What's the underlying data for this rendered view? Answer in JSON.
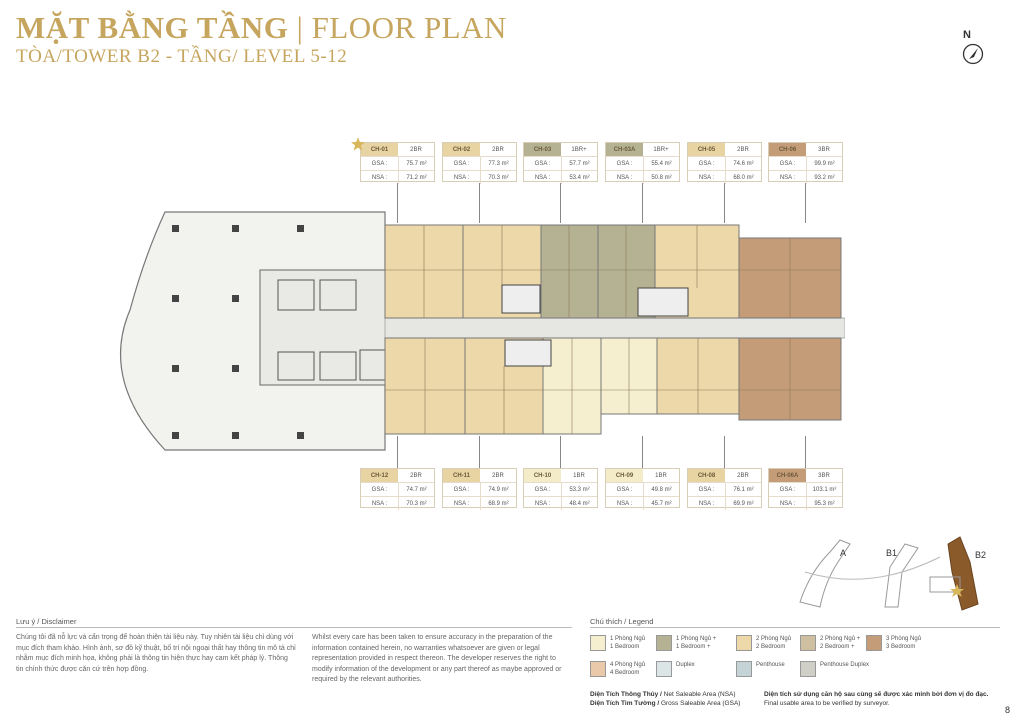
{
  "header": {
    "title_vi": "MẶT BẰNG TẦNG",
    "separator": "|",
    "title_en": "FLOOR PLAN",
    "subtitle": "TÒA/TOWER B2 - TẦNG/ LEVEL 5-12",
    "north": "N"
  },
  "units_top": [
    {
      "code": "CH-01",
      "type": "2BR",
      "gsa_label": "GSA :",
      "gsa": "75.7 m²",
      "nsa_label": "NSA :",
      "nsa": "71.2 m²",
      "color": "#e8d3a3"
    },
    {
      "code": "CH-02",
      "type": "2BR",
      "gsa_label": "GSA :",
      "gsa": "77.3 m²",
      "nsa_label": "NSA :",
      "nsa": "70.3 m²",
      "color": "#e8d3a3"
    },
    {
      "code": "CH-03",
      "type": "1BR+",
      "gsa_label": "GSA :",
      "gsa": "57.7 m²",
      "nsa_label": "NSA :",
      "nsa": "53.4 m²",
      "color": "#b5b294"
    },
    {
      "code": "CH-03A",
      "type": "1BR+",
      "gsa_label": "GSA :",
      "gsa": "55.4 m²",
      "nsa_label": "NSA :",
      "nsa": "50.8 m²",
      "color": "#b5b294"
    },
    {
      "code": "CH-05",
      "type": "2BR",
      "gsa_label": "GSA :",
      "gsa": "74.6 m²",
      "nsa_label": "NSA :",
      "nsa": "68.0 m²",
      "color": "#e8d3a3"
    },
    {
      "code": "CH-06",
      "type": "3BR",
      "gsa_label": "GSA :",
      "gsa": "99.9 m²",
      "nsa_label": "NSA :",
      "nsa": "93.2 m²",
      "color": "#c59c78"
    }
  ],
  "units_bottom": [
    {
      "code": "CH-12",
      "type": "2BR",
      "gsa_label": "GSA :",
      "gsa": "74.7 m²",
      "nsa_label": "NSA :",
      "nsa": "70.3 m²",
      "color": "#e8d3a3"
    },
    {
      "code": "CH-11",
      "type": "2BR",
      "gsa_label": "GSA :",
      "gsa": "74.9 m²",
      "nsa_label": "NSA :",
      "nsa": "68.9 m²",
      "color": "#e8d3a3"
    },
    {
      "code": "CH-10",
      "type": "1BR",
      "gsa_label": "GSA :",
      "gsa": "53.3 m²",
      "nsa_label": "NSA :",
      "nsa": "48.4 m²",
      "color": "#f4ecc8"
    },
    {
      "code": "CH-09",
      "type": "1BR",
      "gsa_label": "GSA :",
      "gsa": "49.8 m²",
      "nsa_label": "NSA :",
      "nsa": "45.7 m²",
      "color": "#f4ecc8"
    },
    {
      "code": "CH-08",
      "type": "2BR",
      "gsa_label": "GSA :",
      "gsa": "76.1 m²",
      "nsa_label": "NSA :",
      "nsa": "69.9 m²",
      "color": "#e8d3a3"
    },
    {
      "code": "CH-06A",
      "type": "3BR",
      "gsa_label": "GSA :",
      "gsa": "103.1 m²",
      "nsa_label": "NSA :",
      "nsa": "95.3 m²",
      "color": "#c59c78"
    }
  ],
  "keyplan": {
    "label_a": "A",
    "label_b1": "B1",
    "label_b2": "B2"
  },
  "disclaimer": {
    "heading": "Lưu ý / Disclaimer",
    "text_vi": "Chúng tôi đã nỗ lực và cẩn trọng để hoàn thiện tài liệu này. Tuy nhiên tài liệu chỉ dùng với mục đích tham khảo. Hình ảnh, sơ đồ kỹ thuật, bố trí nội ngoại thất hay thông tin mô tả chỉ nhằm mục đích minh họa, không phải là thông tin hiện thực hay cam kết pháp lý. Thông tin chính thức được căn cứ trên hợp đồng.",
    "text_en": "Whilst every care has been taken to ensure accuracy in the preparation of the information contained herein, no warranties whatsoever are given or legal representation provided in respect thereon. The developer reserves the right to modify information of the development or any part thereof as maybe approved or required by the relevant authorities."
  },
  "legend": {
    "heading": "Chú thích / Legend",
    "items": [
      {
        "vi": "1 Phòng Ngủ",
        "en": "1 Bedroom",
        "color": "#f6efcf"
      },
      {
        "vi": "1 Phòng Ngủ +",
        "en": "1 Bedroom +",
        "color": "#b5b294"
      },
      {
        "vi": "2 Phòng Ngủ",
        "en": "2 Bedroom",
        "color": "#ecd8a8"
      },
      {
        "vi": "2 Phòng Ngủ +",
        "en": "2 Bedroom +",
        "color": "#cdbf9f"
      },
      {
        "vi": "3 Phòng Ngủ",
        "en": "3 Bedroom",
        "color": "#c59c78"
      },
      {
        "vi": "4 Phòng Ngủ",
        "en": "4 Bedroom",
        "color": "#e9c9a9"
      },
      {
        "vi": "Duplex",
        "en": "",
        "color": "#dbe5e6"
      },
      {
        "vi": "Penthouse",
        "en": "",
        "color": "#c4d3d6"
      },
      {
        "vi": "Penthouse Duplex",
        "en": "",
        "color": "#cfcfc8"
      }
    ]
  },
  "area_notes": {
    "nsa_vi": "Diện Tích Thông Thủy /",
    "nsa_en": " Net Saleable Area (NSA)",
    "gsa_vi": "Diện Tích Tim Tường /",
    "gsa_en": " Gross Saleable Area (GSA)",
    "final_vi": "Diện tích sử dụng căn hộ sau cùng sẽ được xác minh bởi đơn vị đo đạc.",
    "final_en": "Final usable area to be verified by surveyor."
  },
  "page_number": "8"
}
